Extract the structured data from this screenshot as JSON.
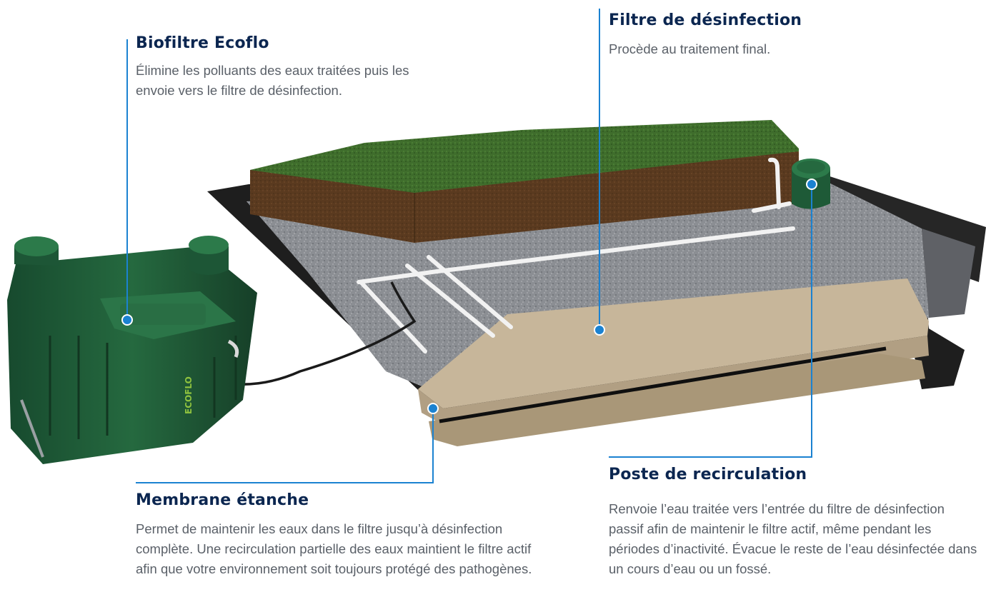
{
  "callouts": {
    "biofiltre": {
      "title": "Biofiltre Ecoflo",
      "text": "Élimine les polluants des eaux traitées puis les envoie vers le filtre de désinfection."
    },
    "filtre": {
      "title": "Filtre de désinfection",
      "text": "Procède au traitement final."
    },
    "membrane": {
      "title": "Membrane étanche",
      "text": "Permet de maintenir les eaux dans le filtre jusqu’à désinfection complète. Une recirculation partielle des eaux maintient le filtre actif afin que votre environnement soit toujours protégé des pathogènes."
    },
    "poste": {
      "title": "Poste de recirculation",
      "text": "Renvoie l’eau traitée vers l’entrée du filtre de désinfection passif afin de maintenir le filtre actif, même pendant les périodes d’inactivité. Évacue le reste de l’eau désinfectée dans un cours d’eau ou un fossé."
    }
  },
  "tank_label": "ECOFLO",
  "colors": {
    "leader_line": "#1b82d1",
    "heading": "#0b2650",
    "body_text": "#5a6068",
    "tank_green": "#1f5a3a",
    "grass": "#3f6d2c",
    "soil": "#5a3a1f",
    "gravel": "#8a8d92",
    "sand": "#c7b69a",
    "membrane": "#1e1e1e"
  }
}
